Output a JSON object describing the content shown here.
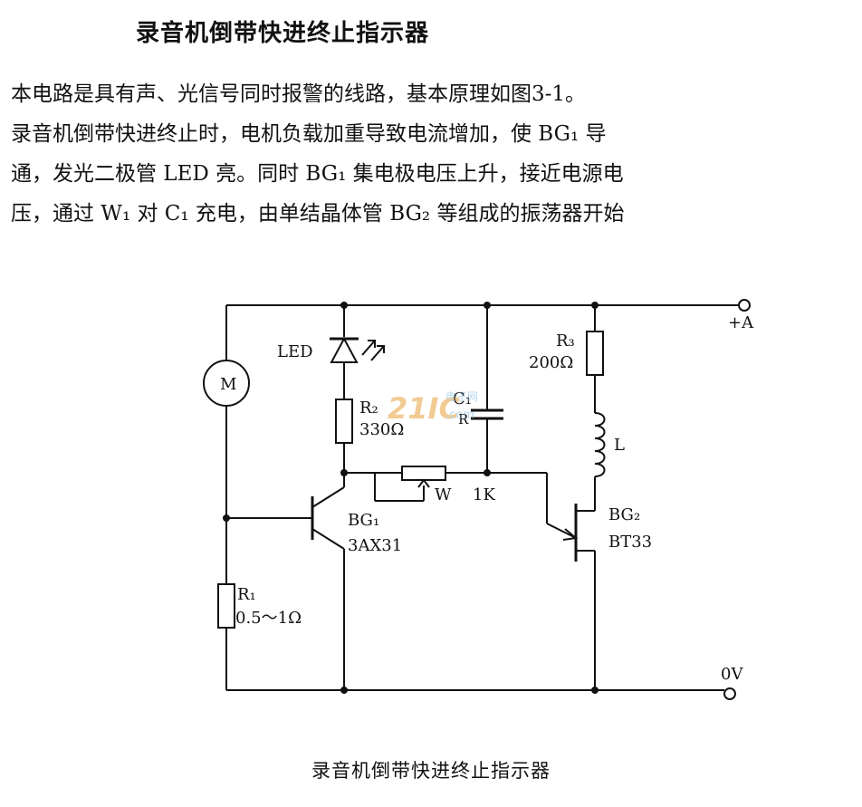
{
  "title": "录音机倒带快进终止指示器",
  "paragraph": [
    "本电路是具有声、光信号同时报警的线路，基本原理如图3-1。",
    "录音机倒带快进终止时，电机负载加重导致电流增加，使 BG₁ 导",
    "通，发光二极管 LED 亮。同时 BG₁ 集电极电压上升，接近电源电",
    "压，通过 W₁ 对 C₁ 充电，由单结晶体管 BG₂ 等组成的振荡器开始"
  ],
  "diagram": {
    "motor": "M",
    "led": "LED",
    "r2_name": "R₂",
    "r2_value": "330Ω",
    "r3_name": "R₃",
    "r3_value": "200Ω",
    "r1_name": "R₁",
    "r1_value": "0.5～1Ω",
    "inductor": "L",
    "capacitor": "C₁",
    "capacitor_sub": "R",
    "pot_name": "W",
    "pot_value": "1K",
    "bg1_name": "BG₁",
    "bg1_model": "3AX31",
    "bg2_name": "BG₂",
    "bg2_model": "BT33",
    "supply_pos": "+A",
    "supply_zero": "0V",
    "watermark_logo": "21IC",
    "watermark_cn": "电子网",
    "watermark_url": ".com"
  },
  "caption": "录音机倒带快进终止指示器"
}
